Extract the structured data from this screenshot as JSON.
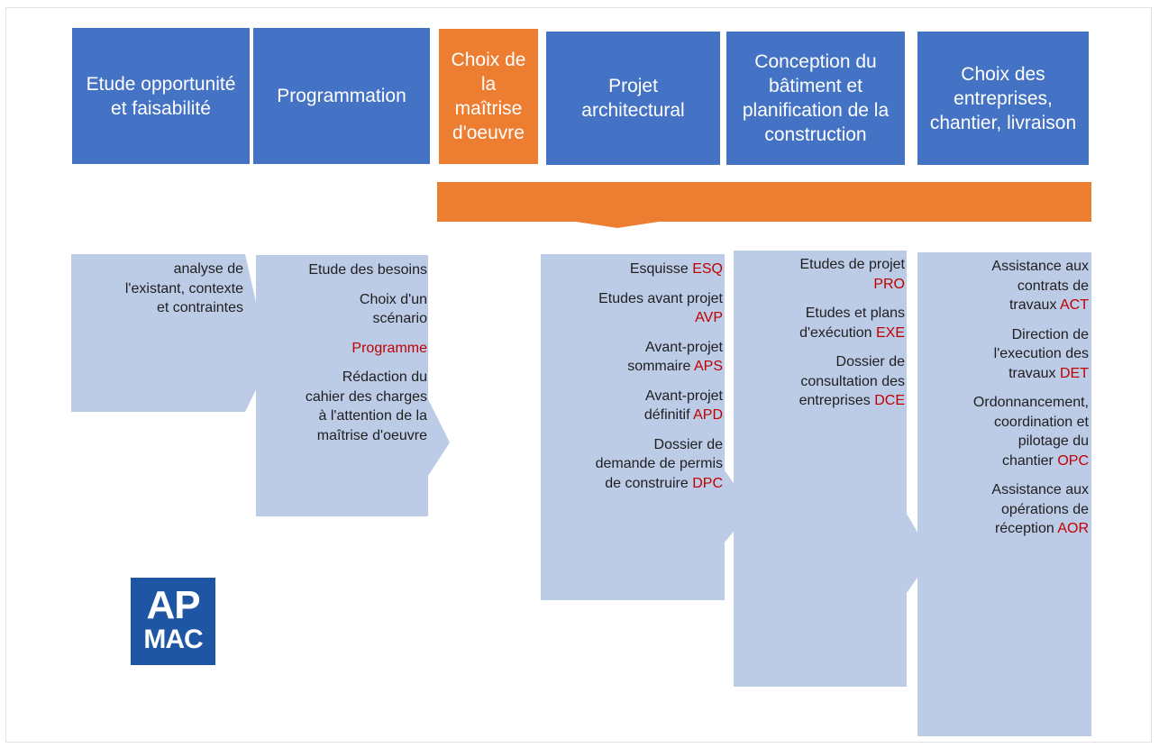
{
  "phases": [
    {
      "label": "Etude opportunité\net faisabilité",
      "color": "#4472c4"
    },
    {
      "label": "Programmation",
      "color": "#4472c4"
    },
    {
      "label": "Choix de\nla\nmaîtrise\nd'oeuvre",
      "color": "#ed7d31"
    },
    {
      "label": "Projet\narchitectural",
      "color": "#4472c4"
    },
    {
      "label": "Conception du\nbâtiment et\nplanification de la\nconstruction",
      "color": "#4472c4"
    },
    {
      "label": "Choix des\nentreprises,\nchantier, livraison",
      "color": "#4472c4"
    }
  ],
  "steps": [
    {
      "items": [
        {
          "text": "analyse de\nl'existant, contexte\net contraintes",
          "code": ""
        }
      ]
    },
    {
      "items": [
        {
          "text": "Etude des besoins",
          "code": ""
        },
        {
          "text": "Choix d'un\nscénario",
          "code": ""
        },
        {
          "text": "",
          "code": "Programme"
        },
        {
          "text": "Rédaction du\ncahier des charges\nà l'attention de la\nmaîtrise d'oeuvre",
          "code": ""
        }
      ]
    },
    {
      "items": [
        {
          "text": "Esquisse",
          "code": "ESQ"
        },
        {
          "text": "Etudes avant projet",
          "code": "AVP"
        },
        {
          "text": "Avant-projet\nsommaire",
          "code": "APS"
        },
        {
          "text": "Avant-projet\ndéfinitif",
          "code": "APD"
        },
        {
          "text": "Dossier de\ndemande de permis\nde construire",
          "code": "DPC"
        }
      ]
    },
    {
      "items": [
        {
          "text": "Etudes de projet",
          "code": "PRO"
        },
        {
          "text": "Etudes et plans\nd'exécution",
          "code": "EXE"
        },
        {
          "text": "Dossier de\nconsultation des\nentreprises",
          "code": "DCE"
        }
      ]
    },
    {
      "items": [
        {
          "text": "Assistance aux\ncontrats de\ntravaux",
          "code": "ACT"
        },
        {
          "text": "Direction de\nl'execution des\ntravaux",
          "code": "DET"
        },
        {
          "text": "Ordonnancement,\ncoordination et\npilotage du\nchantier",
          "code": "OPC"
        },
        {
          "text": "Assistance aux\nopérations de\nréception",
          "code": "AOR"
        }
      ]
    }
  ],
  "logo": {
    "line1": "AP",
    "line2": "MAC"
  },
  "colors": {
    "phase_blue": "#4472c4",
    "phase_orange": "#ed7d31",
    "chevron": "#bccbe6",
    "code_red": "#c00000"
  }
}
